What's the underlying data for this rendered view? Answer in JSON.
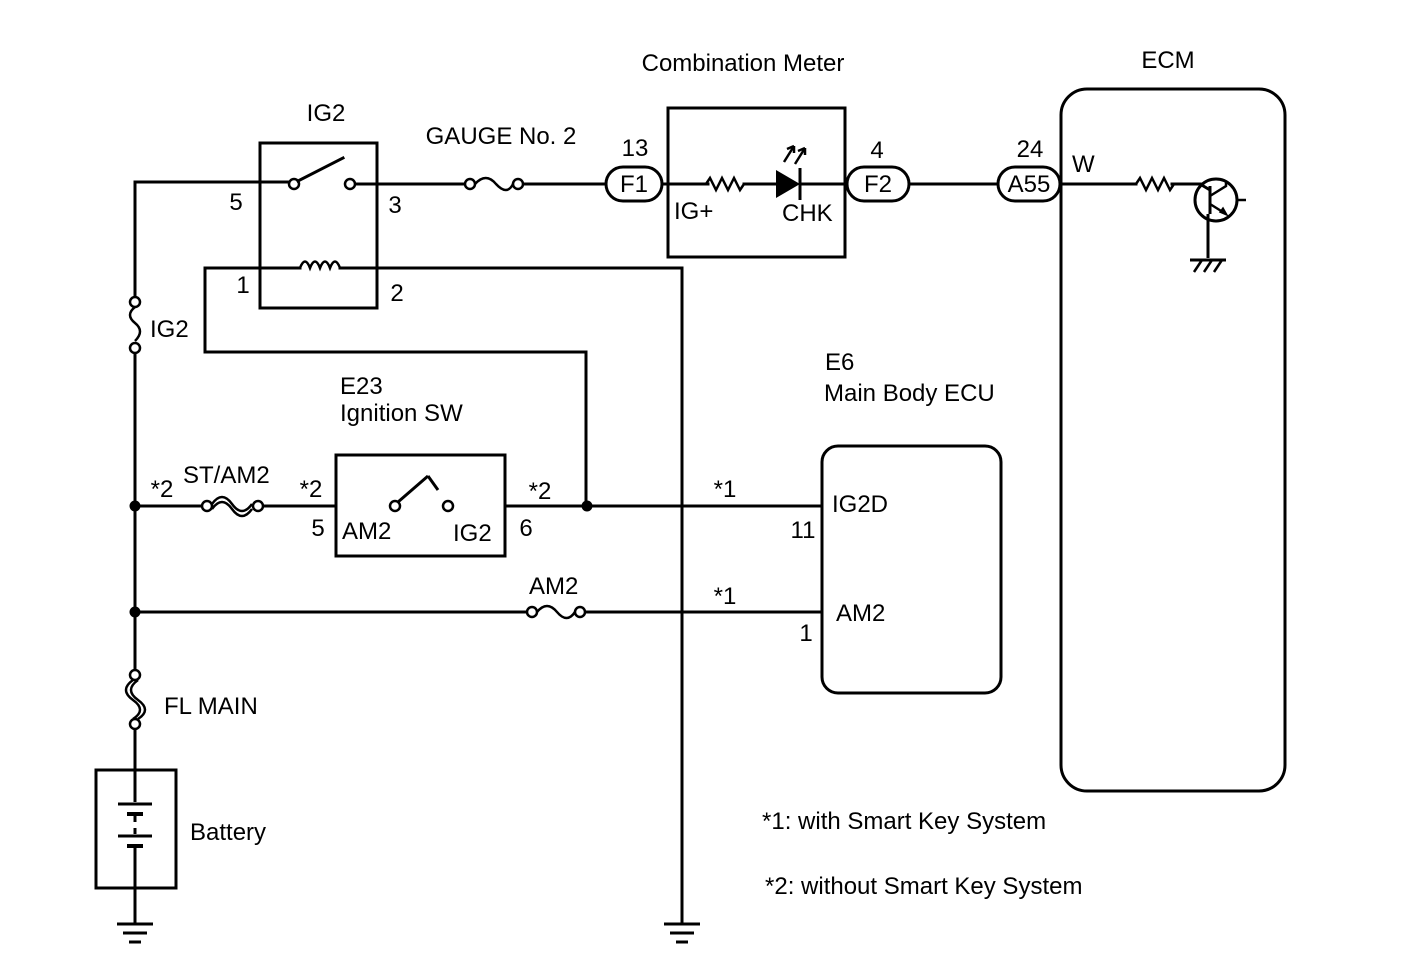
{
  "components": {
    "ig2_relay": "IG2",
    "ig2_fuse": "IG2",
    "gauge_fuse": "GAUGE No. 2",
    "combination_meter": "Combination Meter",
    "ecm": "ECM",
    "ignition_sw_code": "E23",
    "ignition_sw": "Ignition SW",
    "main_body_ecu_code": "E6",
    "main_body_ecu": "Main Body ECU",
    "st_am2_fuse": "ST/AM2",
    "am2_fuse": "AM2",
    "fl_main_fuse": "FL MAIN",
    "battery": "Battery"
  },
  "connectors": {
    "f1": "F1",
    "f2": "F2",
    "a55": "A55"
  },
  "pins": {
    "relay_5": "5",
    "relay_3": "3",
    "relay_1": "1",
    "relay_2": "2",
    "f1_pin": "13",
    "f2_pin": "4",
    "a55_pin": "24",
    "ecm_w": "W",
    "meter_ig_plus": "IG+",
    "meter_chk": "CHK",
    "sw_5": "5",
    "sw_6": "6",
    "sw_am2": "AM2",
    "sw_ig2": "IG2",
    "ecu_11": "11",
    "ecu_1": "1",
    "ecu_ig2d": "IG2D",
    "ecu_am2": "AM2"
  },
  "marks": {
    "star2_left": "*2",
    "star2_mid": "*2",
    "star2_right": "*2",
    "star1_top": "*1",
    "star1_bottom": "*1"
  },
  "notes": {
    "note1": "*1: with Smart Key System",
    "note2": "*2: without Smart Key System"
  }
}
